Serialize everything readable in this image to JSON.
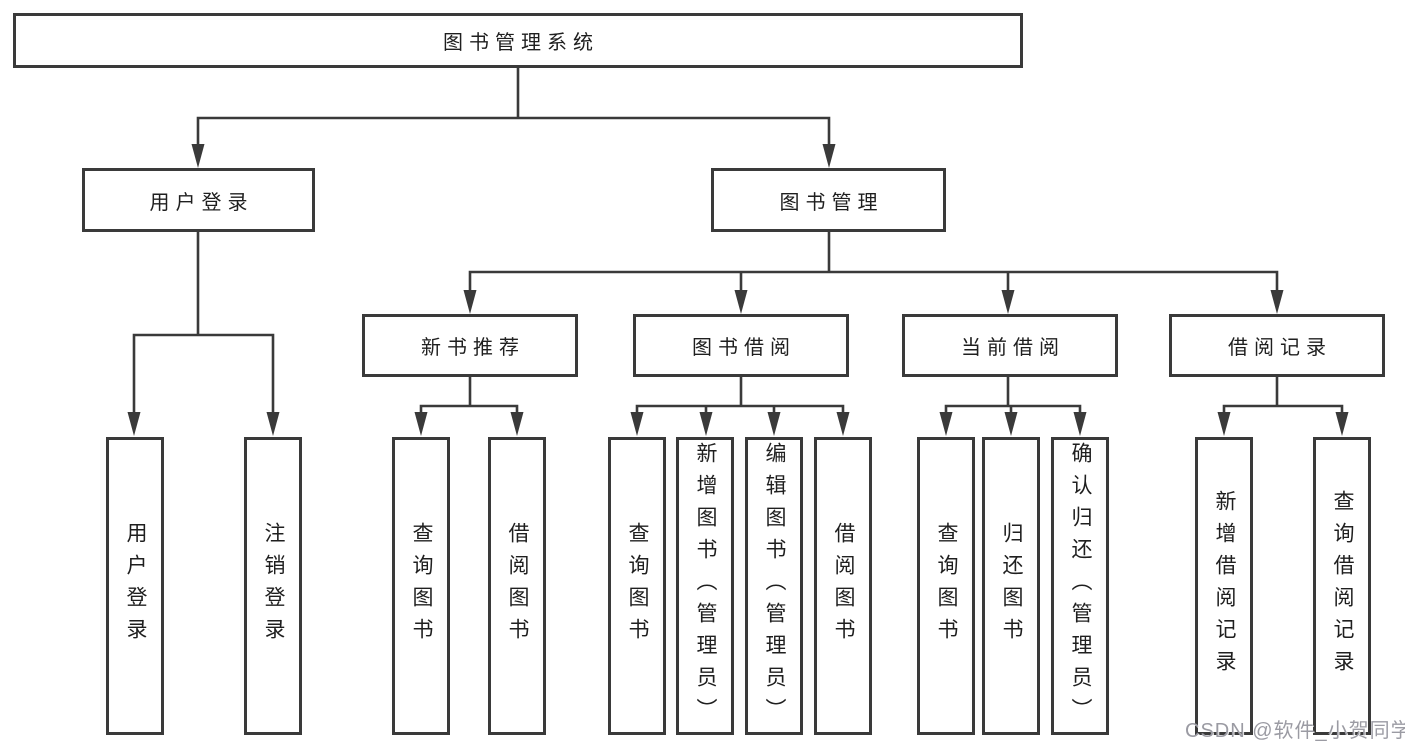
{
  "colors": {
    "line": "#3a3a3a",
    "text": "#1f1f1f",
    "bg": "#ffffff",
    "watermark": "#9b9ba3"
  },
  "watermark": {
    "text": "CSDN @软件_小贺同学"
  },
  "tree": {
    "label": "图书管理系统",
    "children": [
      {
        "label": "用户登录",
        "children": [
          {
            "label": "用户登录"
          },
          {
            "label": "注销登录"
          }
        ]
      },
      {
        "label": "图书管理",
        "children": [
          {
            "label": "新书推荐",
            "children": [
              {
                "label": "查询图书"
              },
              {
                "label": "借阅图书"
              }
            ]
          },
          {
            "label": "图书借阅",
            "children": [
              {
                "label": "查询图书"
              },
              {
                "label": "新增图书（管理员）"
              },
              {
                "label": "编辑图书（管理员）"
              },
              {
                "label": "借阅图书"
              }
            ]
          },
          {
            "label": "当前借阅",
            "children": [
              {
                "label": "查询图书"
              },
              {
                "label": "归还图书"
              },
              {
                "label": "确认归还（管理员）"
              }
            ]
          },
          {
            "label": "借阅记录",
            "children": [
              {
                "label": "新增借阅记录"
              },
              {
                "label": "查询借阅记录"
              }
            ]
          }
        ]
      }
    ]
  }
}
